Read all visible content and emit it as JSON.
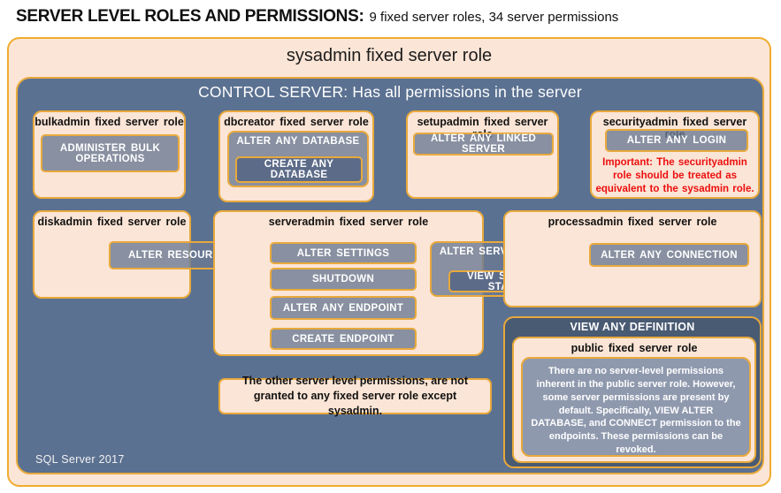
{
  "page": {
    "title_bold": "SERVER LEVEL ROLES AND PERMISSIONS:",
    "title_rest": "9 fixed server roles, 34 server permissions",
    "footer": "SQL Server 2017"
  },
  "colors": {
    "peach": "#fbe5d6",
    "gold_border": "#e8a93c",
    "control_blue": "#5b7191",
    "permission_fill": "#8b98af",
    "nested_dark_fill": "#5c6b88",
    "definition_panel": "#495a73",
    "warning_red": "#ec0f0f"
  },
  "sysadmin": {
    "label": "sysadmin fixed server role"
  },
  "control_server": {
    "label": "CONTROL SERVER: Has all permissions in the server"
  },
  "roles": {
    "bulkadmin": {
      "title": "bulkadmin fixed server role",
      "permission": "ADMINISTER BULK OPERATIONS"
    },
    "dbcreator": {
      "title": "dbcreator fixed server role",
      "outer_permission": "ALTER ANY DATABASE",
      "nested_permission": "CREATE ANY DATABASE"
    },
    "setupadmin": {
      "title": "setupadmin fixed server role",
      "permission": "ALTER ANY LINKED SERVER"
    },
    "securityadmin": {
      "title": "securityadmin fixed server role",
      "permission": "ALTER ANY LOGIN",
      "warning": "Important: The securityadmin role should be treated as equivalent to the sysadmin role."
    },
    "diskadmin": {
      "title": "diskadmin fixed server role",
      "permission": "ALTER RESOURCES"
    },
    "serveradmin": {
      "title": "serveradmin fixed server role",
      "permissions": [
        "ALTER SETTINGS",
        "SHUTDOWN",
        "ALTER ANY ENDPOINT",
        "CREATE ENDPOINT"
      ],
      "outer_permission": "ALTER SERVER STATE",
      "nested_permission": "VIEW SERVER STATE"
    },
    "processadmin": {
      "title": "processadmin fixed server role",
      "permission": "ALTER ANY CONNECTION"
    },
    "public": {
      "header": "VIEW ANY DEFINITION",
      "title": "public fixed server role",
      "description": "There are no server-level permissions inherent in the public server role. However, some server permissions are present by default. Specifically, VIEW ALTER DATABASE, and CONNECT permission to the endpoints. These permissions can be revoked."
    }
  },
  "note": "The other server level permissions, are not granted to any fixed server role except sysadmin."
}
